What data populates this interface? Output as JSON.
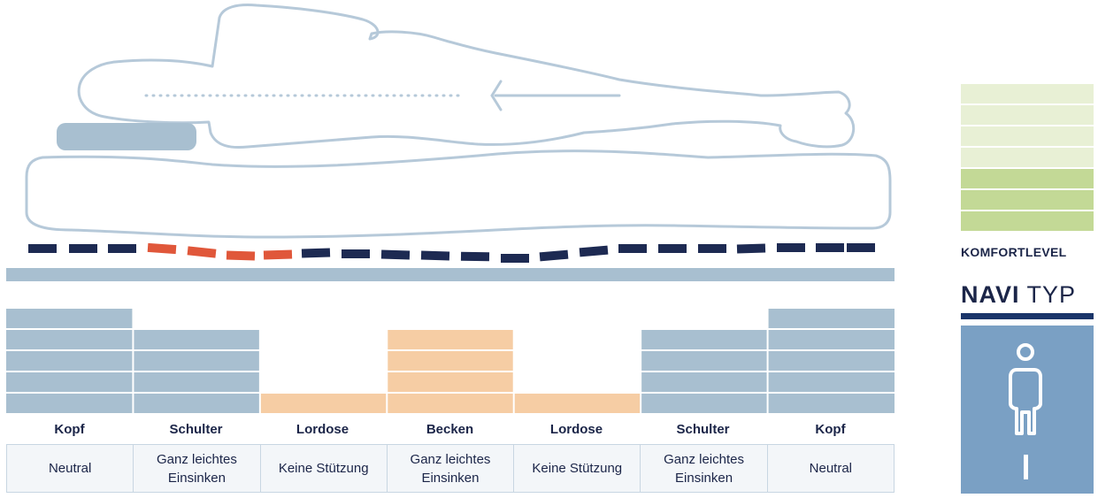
{
  "colors": {
    "outline": "#b6c9d9",
    "pillow": "#a8bfd0",
    "dash_navy": "#1d2a52",
    "dash_orange": "#e0573a",
    "base_bar": "#a8bfd0",
    "zone_blue": "#a8bfd0",
    "zone_orange": "#f6cda4",
    "comfort_light": "#e8f0d5",
    "comfort_dark": "#c3d996",
    "navi_box": "#7aa0c4",
    "navi_bar": "#1a3569"
  },
  "zones": [
    {
      "label": "Kopf",
      "description": "Neutral",
      "levels": 5,
      "color": "blue"
    },
    {
      "label": "Schulter",
      "description": "Ganz leichtes Einsinken",
      "levels": 4,
      "color": "blue"
    },
    {
      "label": "Lordose",
      "description": "Keine Stützung",
      "levels": 1,
      "color": "orange"
    },
    {
      "label": "Becken",
      "description": "Ganz leichtes Einsinken",
      "levels": 4,
      "color": "orange"
    },
    {
      "label": "Lordose",
      "description": "Keine Stützung",
      "levels": 1,
      "color": "orange"
    },
    {
      "label": "Schulter",
      "description": "Ganz leichtes Einsinken",
      "levels": 4,
      "color": "blue"
    },
    {
      "label": "Kopf",
      "description": "Neutral",
      "levels": 5,
      "color": "blue"
    }
  ],
  "comfort": {
    "label": "KOMFORTLEVEL",
    "total_levels": 7,
    "filled_levels": 3
  },
  "navi": {
    "title_bold": "NAVI",
    "title_light": "TYP",
    "icon": "person-standing-icon"
  }
}
